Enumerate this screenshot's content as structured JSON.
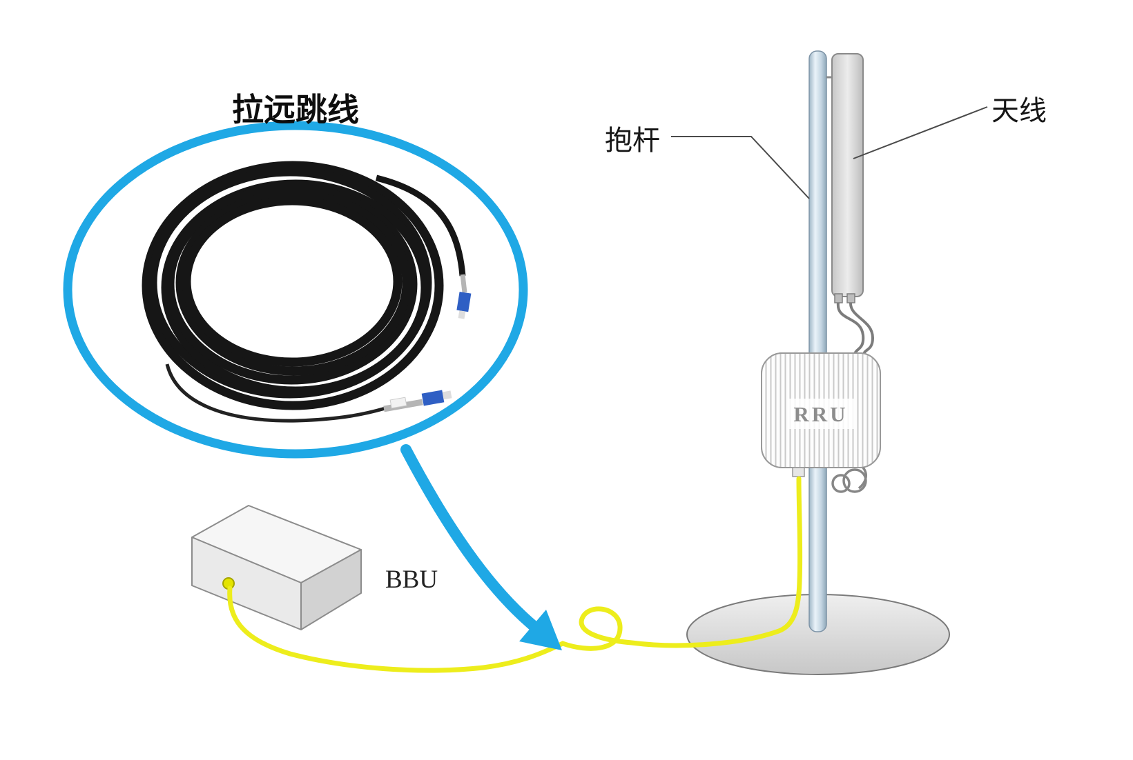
{
  "labels": {
    "jumper": "拉远跳线",
    "pole": "抱杆",
    "antenna": "天线",
    "rru": "RRU",
    "bbu": "BBU"
  },
  "colors": {
    "highlight_blue": "#1fa8e5",
    "fiber_yellow": "#eded1c",
    "cable_black": "#161616",
    "connector_blue": "#2f5fc4"
  }
}
